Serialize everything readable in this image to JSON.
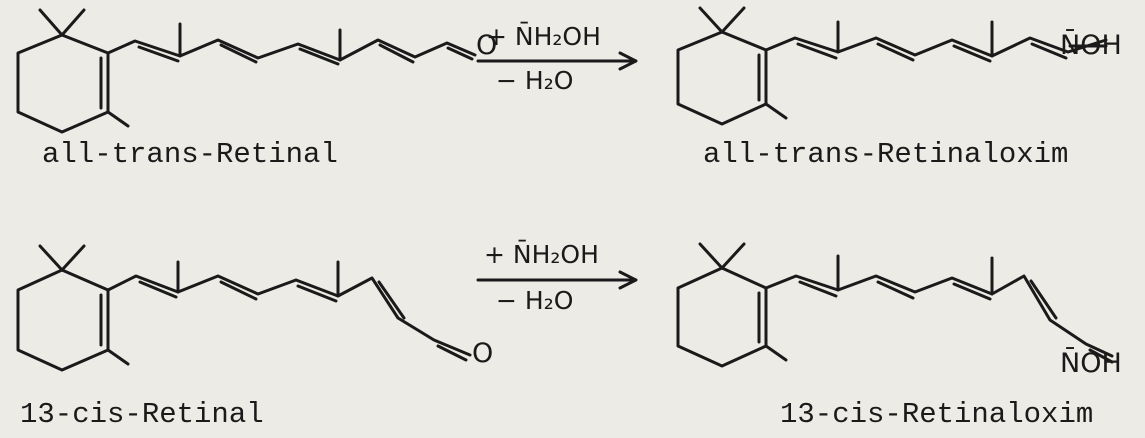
{
  "compounds": {
    "all_trans_retinal": "all-trans-Retinal",
    "all_trans_retinaloxim": "all-trans-Retinaloxim",
    "cis13_retinal": "13-cis-Retinal",
    "cis13_retinaloxim": "13-cis-Retinaloxim"
  },
  "reaction": {
    "reagent": "+ N̄H₂OH",
    "byproduct": "− H₂O"
  },
  "atoms": {
    "oxygen": "O",
    "oxime_group": "N̄OH"
  },
  "colors": {
    "background": "#ecebe6",
    "ink": "#1a1a1a"
  }
}
